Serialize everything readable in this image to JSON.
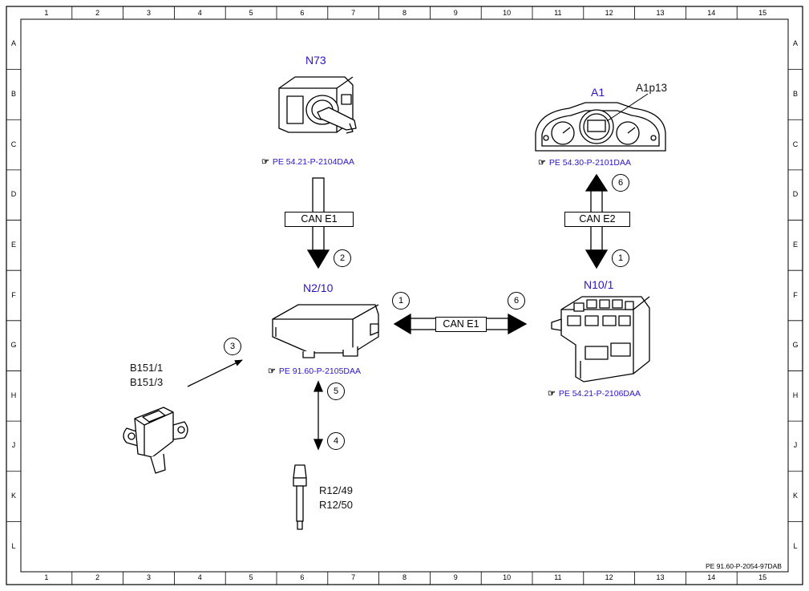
{
  "grid": {
    "columns": [
      "1",
      "2",
      "3",
      "4",
      "5",
      "6",
      "7",
      "8",
      "9",
      "10",
      "11",
      "12",
      "13",
      "14",
      "15"
    ],
    "rows": [
      "A",
      "B",
      "C",
      "D",
      "E",
      "F",
      "G",
      "H",
      "J",
      "K",
      "L"
    ]
  },
  "components": {
    "n73": {
      "label": "N73",
      "ref": "PE 54.21-P-2104DAA"
    },
    "a1": {
      "label": "A1",
      "sub_label": "A1p13",
      "ref": "PE 54.30-P-2101DAA"
    },
    "n2_10": {
      "label": "N2/10",
      "ref": "PE 91.60-P-2105DAA"
    },
    "n10_1": {
      "label": "N10/1",
      "ref": "PE 54.21-P-2106DAA"
    },
    "b151": {
      "label_1": "B151/1",
      "label_2": "B151/3"
    },
    "r12": {
      "label_1": "R12/49",
      "label_2": "R12/50"
    }
  },
  "buses": {
    "n73_to_n2_10": "CAN E1",
    "n2_10_to_n10_1": "CAN E1",
    "n10_1_to_a1": "CAN E2"
  },
  "steps": {
    "n2_10_left": "1",
    "n10_1_right": "6",
    "n73_down": "2",
    "b151_arrow": "3",
    "r12_up": "5",
    "r12_down": "4",
    "a1_up": "6",
    "a1_down": "1"
  },
  "ref_marker": "☞",
  "footer_code": "PE 91.60-P-2054-97DAB"
}
